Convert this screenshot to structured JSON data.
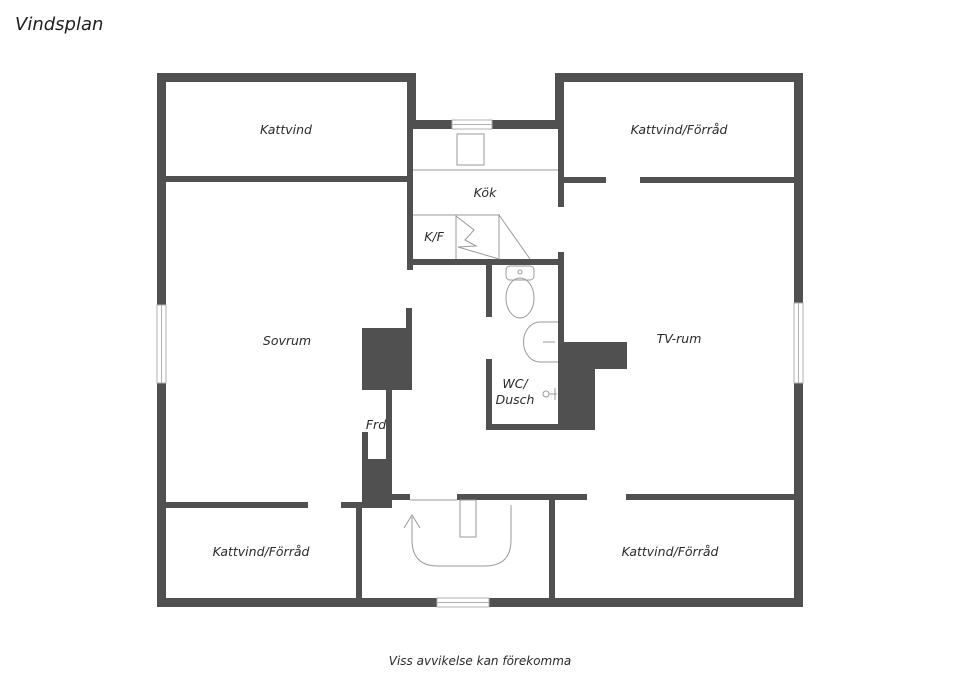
{
  "title": "Vindsplan",
  "footer": "Viss avvikelse kan förekomma",
  "colors": {
    "wall": "#505050",
    "fixture_line": "#9a9a9a",
    "text": "#2a2a2a",
    "background": "#ffffff"
  },
  "rooms": {
    "kattvind_top_left": "Kattvind",
    "kattvind_forrad_top_right": "Kattvind/Förråd",
    "kok": "Kök",
    "kf": "K/F",
    "sovrum": "Sovrum",
    "tv_rum": "TV-rum",
    "wc_dusch_line1": "WC/",
    "wc_dusch_line2": "Dusch",
    "frd": "Frd",
    "kattvind_forrad_bottom_left": "Kattvind/Förråd",
    "kattvind_forrad_bottom_right": "Kattvind/Förråd"
  }
}
